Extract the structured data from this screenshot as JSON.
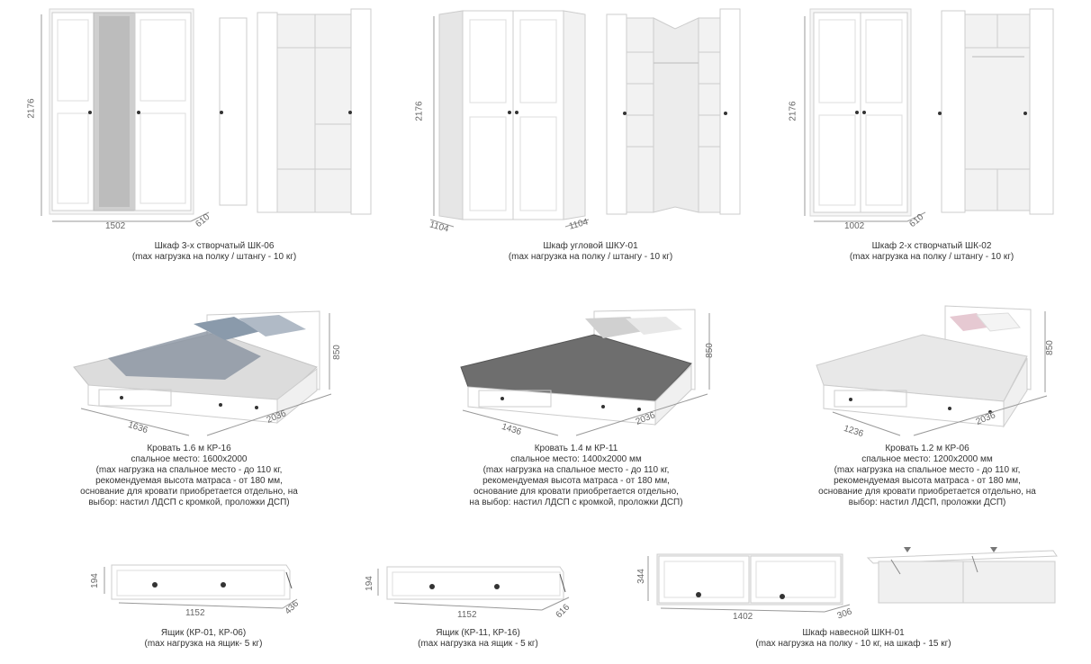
{
  "products": [
    {
      "id": "shk06",
      "caption": "Шкаф 3-х створчатый ШК-06\n(max нагрузка на полку / штангу - 10 кг)",
      "dims": {
        "h": "2176",
        "w": "1502",
        "d": "610"
      }
    },
    {
      "id": "shku01",
      "caption": "Шкаф угловой ШКУ-01\n(max нагрузка на полку / штангу - 10 кг)",
      "dims": {
        "h": "2176",
        "w": "1104",
        "d": "1104"
      }
    },
    {
      "id": "shk02",
      "caption": "Шкаф 2-х створчатый ШК-02\n(max нагрузка на полку / штангу - 10 кг)",
      "dims": {
        "h": "2176",
        "w": "1002",
        "d": "610"
      }
    },
    {
      "id": "kr16",
      "caption": "Кровать 1.6 м КР-16\nспальное место: 1600х2000\n(max нагрузка на спальное место - до 110 кг,\nрекомендуемая высота матраса - от 180 мм,\nоснование для кровати приобретается отдельно, на\nвыбор: настил ЛДСП с кромкой, проложки ДСП)",
      "dims": {
        "h": "850",
        "w": "1636",
        "d": "2036"
      }
    },
    {
      "id": "kr11",
      "caption": "Кровать 1.4 м КР-11\nспальное место: 1400х2000 мм\n(max нагрузка на спальное место - до 110 кг,\nрекомендуемая высота матраса - от 180 мм,\nоснование для кровати приобретается отдельно,\nна выбор: настил ЛДСП с кромкой, проложки ДСП)",
      "dims": {
        "h": "850",
        "w": "1436",
        "d": "2036"
      }
    },
    {
      "id": "kr06",
      "caption": "Кровать 1.2 м КР-06\nспальное место: 1200х2000 мм\n(max нагрузка на спальное место - до 110 кг,\nрекомендуемая высота матраса - от 180 мм,\nоснование для кровати приобретается отдельно, на\nвыбор: настил ЛДСП, проложки ДСП)",
      "dims": {
        "h": "850",
        "w": "1236",
        "d": "2036"
      }
    },
    {
      "id": "drawer1",
      "caption": "Ящик (КР-01, КР-06)\n(max нагрузка на ящик- 5 кг)",
      "dims": {
        "h": "194",
        "w": "1152",
        "d": "436"
      }
    },
    {
      "id": "drawer2",
      "caption": "Ящик (КР-11, КР-16)\n(max нагрузка на ящик - 5 кг)",
      "dims": {
        "h": "194",
        "w": "1152",
        "d": "616"
      }
    },
    {
      "id": "shkn01",
      "caption": "Шкаф навесной ШКН-01\n(max нагрузка на полку - 10 кг, на шкаф - 15 кг)",
      "dims": {
        "h": "344",
        "w": "1402",
        "d": "306"
      }
    }
  ]
}
